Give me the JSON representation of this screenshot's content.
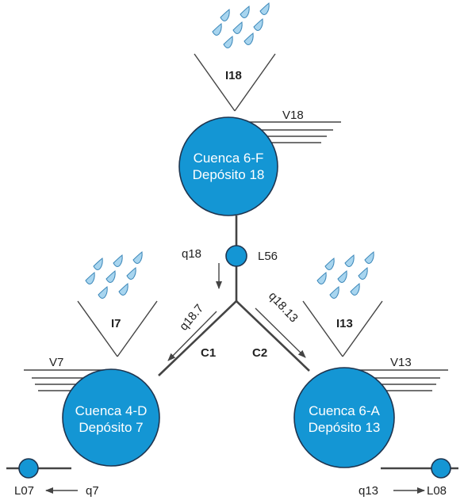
{
  "colors": {
    "basin_fill": "#1496d4",
    "basin_stroke": "#1e3550",
    "drop_fill": "#a8d5ef",
    "line": "#444444",
    "text": "#222222"
  },
  "icons": {
    "rain": "raindrop-cluster-icon",
    "inflow": "inflow-funnel-icon",
    "arrow": "flow-arrow-icon"
  },
  "basins": {
    "top": {
      "line1": "Cuenca 6-F",
      "line2": "Depósito 18",
      "inflow": "I18",
      "volume": "V18"
    },
    "left": {
      "line1": "Cuenca 4-D",
      "line2": "Depósito 7",
      "inflow": "I7",
      "volume": "V7"
    },
    "right": {
      "line1": "Cuenca 6-A",
      "line2": "Depósito 13",
      "inflow": "I13",
      "volume": "V13"
    }
  },
  "nodes": {
    "center": {
      "label": "L56"
    },
    "left": {
      "label": "L07"
    },
    "right": {
      "label": "L08"
    }
  },
  "flows": {
    "q18": "q18",
    "q18_7": "q18.7",
    "q18_13": "q18.13",
    "q7": "q7",
    "q13": "q13"
  },
  "channels": {
    "c1": "C1",
    "c2": "C2"
  }
}
